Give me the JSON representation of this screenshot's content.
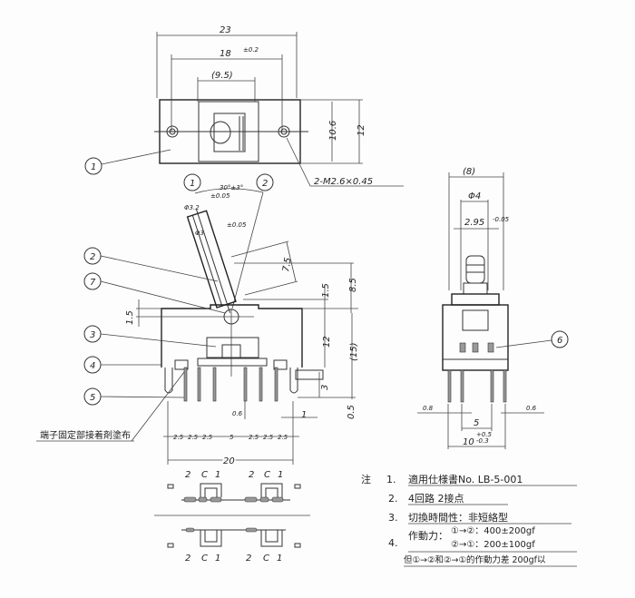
{
  "top_view": {
    "dim_width_total": "23",
    "dim_hole_pitch": "18",
    "dim_hole_pitch_tol": "±0.2",
    "dim_body": "(9.5)",
    "dim_height_inner": "10.6",
    "dim_height_total": "12",
    "screw_label": "2-M2.6×0.45",
    "balloon": "1"
  },
  "lever_view": {
    "balloon_pos1": "1",
    "balloon_pos2": "2",
    "angle": "30°±3°",
    "angle_tol": "±0.05",
    "dia_outer": "Φ3.2",
    "dia_inner": "Φ3",
    "dia_inner_tol": "±0.05",
    "lever_length": "7.5",
    "dim_15_top": "1.5",
    "dim_85": "8.5"
  },
  "front_view": {
    "balloons": [
      "2",
      "7",
      "3",
      "4",
      "5"
    ],
    "dim_15_left": "1.5",
    "dim_12": "12",
    "dim_15_paren": "(15)",
    "dim_3": "3",
    "dim_05": "0.5",
    "dim_06": "0.6",
    "dim_1": "1",
    "pitch": [
      "2.5",
      "2.5",
      "2.5",
      "5",
      "2.5",
      "2.5",
      "2.5"
    ],
    "dim_20": "20",
    "terminal_note": "端子固定部接着剤塗布"
  },
  "side_view": {
    "dim_8": "(8)",
    "dim_phi4": "Φ4",
    "dim_295": "2.95",
    "dim_295_tol": "-0.05",
    "balloon": "6",
    "dim_08": "0.8",
    "dim_06": "0.6",
    "dim_5": "5",
    "dim_10": "10",
    "dim_10_tol_plus": "+0.5",
    "dim_10_tol_minus": "-0.3"
  },
  "circuit": {
    "top_labels": [
      "2",
      "C",
      "1",
      "2",
      "C",
      "1"
    ],
    "bottom_labels": [
      "2",
      "C",
      "1",
      "2",
      "C",
      "1"
    ]
  },
  "notes": {
    "heading": "注",
    "items": [
      {
        "num": "1.",
        "text": "適用仕様書No. LB-5-001"
      },
      {
        "num": "2.",
        "text": "4回路 2接点"
      },
      {
        "num": "3.",
        "text": "切換時間性：非短絡型"
      },
      {
        "num": "4.",
        "text": "作動力：",
        "line1": "①→②：400±200gf",
        "line2": "②→①：200±100gf"
      },
      {
        "num": "",
        "text": "但①→②和②→①的作動力差 200gf以"
      }
    ]
  }
}
